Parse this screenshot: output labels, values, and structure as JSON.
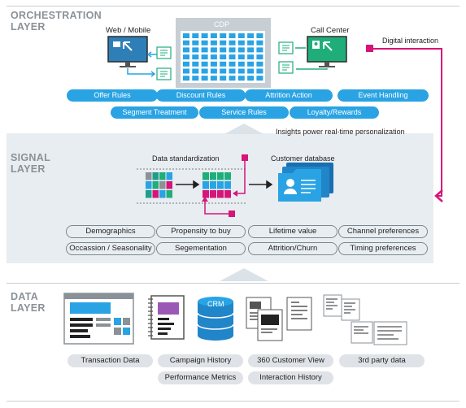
{
  "layers": {
    "orchestration": {
      "title_line1": "ORCHESTRATION",
      "title_line2": "LAYER",
      "web_mobile_label": "Web / Mobile",
      "cdp_label": "CDP",
      "call_center_label": "Call Center",
      "digital_interaction_label": "Digital interaction",
      "rules": [
        "Offer Rules",
        "Discount Rules",
        "Attrition Action",
        "Event Handling",
        "Segment Treatment",
        "Service Rules",
        "Loyalty/Rewards"
      ],
      "insights_label": "Insights power real-time personalization"
    },
    "signal": {
      "title_line1": "SIGNAL",
      "title_line2": "LAYER",
      "data_standardization_label": "Data standardization",
      "customer_database_label": "Customer database",
      "attributes": [
        "Demographics",
        "Propensity to buy",
        "Lifetime value",
        "Channel preferences",
        "Occassion / Seasonality",
        "Segementation",
        "Attrition/Churn",
        "Timing preferences"
      ]
    },
    "data": {
      "title_line1": "DATA",
      "title_line2": "LAYER",
      "crm_label": "CRM",
      "sources": [
        "Transaction Data",
        "Campaign History",
        "360 Customer View",
        "3rd party data",
        "Performance Metrics",
        "Interaction History"
      ]
    }
  },
  "colors": {
    "accent_blue": "#29a3e3",
    "magenta": "#d6157a",
    "teal": "#1f9d8a",
    "green_screen": "#1fae7a",
    "grey_title": "#8a9197",
    "signal_bg": "#e8edf1"
  }
}
